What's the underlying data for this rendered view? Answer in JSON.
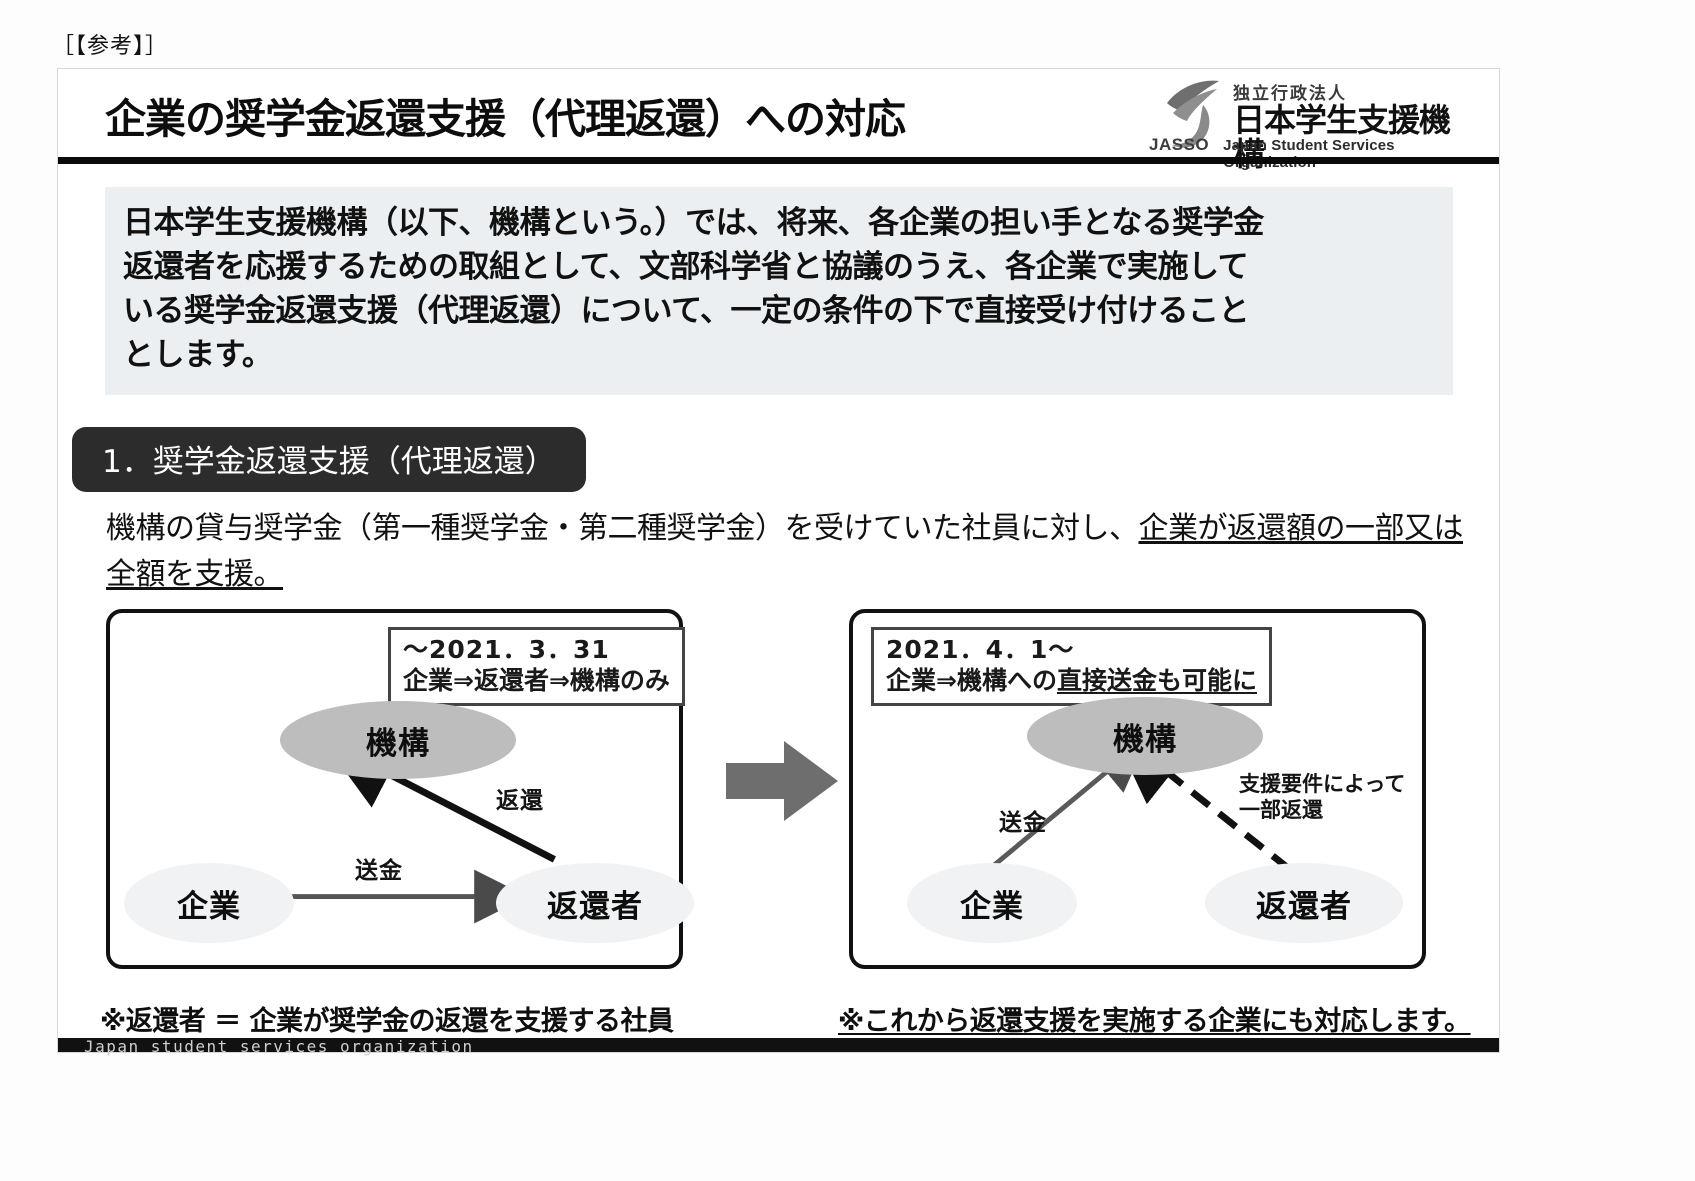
{
  "reference_label": "［【参考】］",
  "header": {
    "title": "企業の奨学金返還支援（代理返還）への対応",
    "logo": {
      "line1": "独立行政法人",
      "line2": "日本学生支援機構",
      "abbr": "JASSO",
      "english": "Japan Student Services Organization"
    }
  },
  "intro": {
    "text": "日本学生支援機構（以下、機構という。）では、将来、各企業の担い手となる奨学金\n返還者を応援するための取組として、文部科学省と協議のうえ、各企業で実施して\nいる奨学金返還支援（代理返還）について、一定の条件の下で直接受け付けること\nとします。"
  },
  "section": {
    "pill_label": "1．奨学金返還支援（代理返還）",
    "body_part1": "機構の貸与奨学金（第一種奨学金・第二種奨学金）を受けていた社員に対し、",
    "body_underlined": "企業が返還額の一部又は全額を支援。"
  },
  "diagram": {
    "left": {
      "caption_line1": "～2021．3．31",
      "caption_line2": "企業⇒返還者⇒機構のみ",
      "nodes": {
        "organization": "機構",
        "company": "企業",
        "repayer": "返還者"
      },
      "edge_return": "返還",
      "edge_remit": "送金"
    },
    "right": {
      "caption_line1": "2021．4．1～",
      "caption_line2_plain": "企業⇒機構への",
      "caption_line2_underlined": "直接送金も可能に",
      "nodes": {
        "organization": "機構",
        "company": "企業",
        "repayer": "返還者"
      },
      "edge_remit": "送金",
      "note": "支援要件によって\n一部返還"
    }
  },
  "notes": {
    "left": "※返還者 ＝ 企業が奨学金の返還を支援する社員",
    "right": "※これから返還支援を実施する企業にも対応します。"
  },
  "footer": {
    "text": "Japan student services organization"
  }
}
